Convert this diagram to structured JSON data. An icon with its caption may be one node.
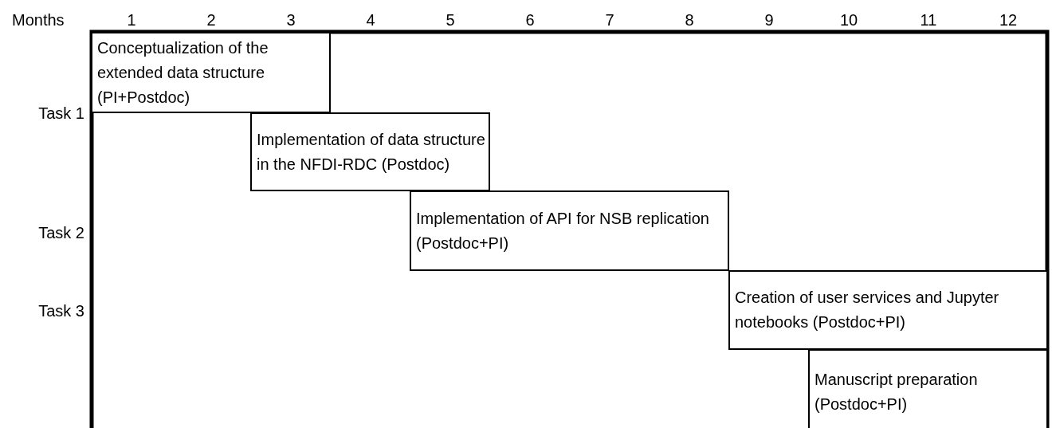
{
  "diagram": {
    "nodes": [
      {
        "text": [
          "Conceptualization of the extended data structure (PI+Postdoc)"
        ]
      },
      {
        "text": [
          "Implementation of data structure in the NFDI-RDC (Postdoc)"
        ]
      },
      {
        "text": [
          "Implementation of API for NSB replication (Postdoc+PI)"
        ]
      },
      {
        "text": [
          "Creation of user services and Jupyter notebooks (Postdoc+PI)"
        ]
      },
      {
        "text": [
          "Manuscript preparation (Postdoc+PI)"
        ]
      }
    ],
    "labels": [
      "Months",
      "1",
      "2",
      "3",
      "4",
      "5",
      "6",
      "7",
      "8",
      "9",
      "10",
      "11",
      "12",
      "Task 1",
      "Task 2",
      "Task 3"
    ]
  }
}
